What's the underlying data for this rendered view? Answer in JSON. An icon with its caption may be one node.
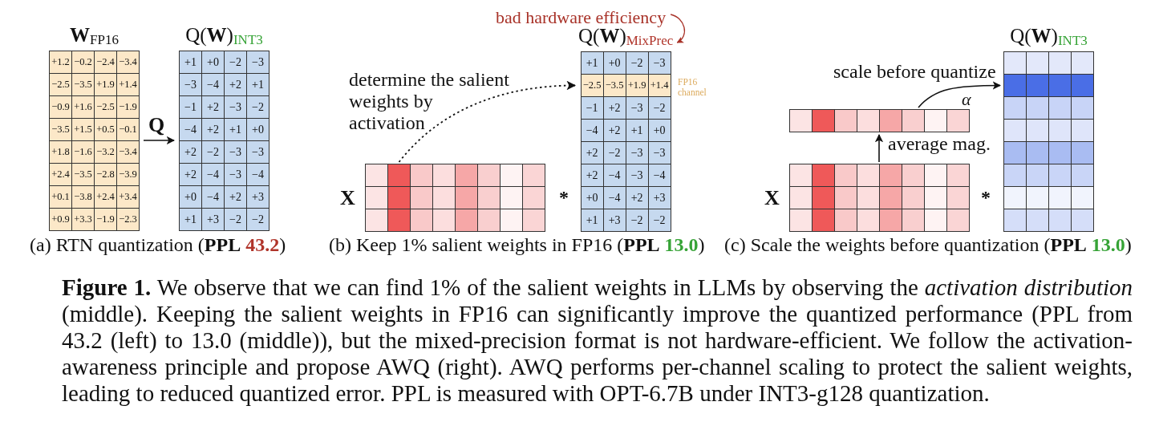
{
  "diagram": {
    "caption": "**Figure 1.** We observe that we can find 1% of the salient weights in LLMs by observing the *activation distribution* (middle). Keeping the salient weights in FP16 can significantly improve the quantized performance (PPL from 43.2 (left) to 13.0 (middle)), but the mixed-precision format is not hardware-efficient. We follow the activation-awareness principle and propose AWQ (right). AWQ performs per-channel scaling to protect the salient weights, leading to reduced quantized error. PPL is measured with OPT-6.7B under INT3-g128 quantization.",
    "nodes": [
      {
        "text": [
          "**W**$_{FP16}$",
          "+1.2",
          "−0.2",
          "−2.4",
          "−3.4",
          "−2.5",
          "−3.5",
          "+1.9",
          "+1.4",
          "−0.9",
          "+1.6",
          "−2.5",
          "−1.9",
          "−3.5",
          "+1.5",
          "+0.5",
          "−0.1",
          "+1.8",
          "−1.6",
          "−3.2",
          "−3.4",
          "+2.4",
          "−3.5",
          "−2.8",
          "−3.9",
          "+0.1",
          "−3.8",
          "+2.4",
          "+3.4",
          "+0.9",
          "+3.3",
          "−1.9",
          "−2.3"
        ]
      },
      {
        "text": [
          "Q(**W**)$_{INT3}$",
          "+1",
          "+0",
          "−2",
          "−3",
          "−3",
          "−4",
          "+2",
          "+1",
          "−1",
          "+2",
          "−3",
          "−2",
          "−4",
          "+2",
          "+1",
          "+0",
          "+2",
          "−2",
          "−3",
          "−3",
          "+2",
          "−4",
          "−3",
          "−4",
          "+0",
          "−4",
          "+2",
          "+3",
          "+1",
          "+3",
          "−2",
          "−2"
        ]
      },
      {
        "text": [
          "bad hardware efficiency"
        ]
      },
      {
        "text": [
          "X"
        ]
      },
      {
        "text": [
          "Q(**W**)$_{MixPrec}$",
          "+1",
          "+0",
          "−2",
          "−3",
          "−2.5",
          "−3.5",
          "+1.9",
          "+1.4",
          "−1",
          "+2",
          "−3",
          "−2",
          "−4",
          "+2",
          "+1",
          "+0",
          "+2",
          "−2",
          "−3",
          "−3",
          "+2",
          "−4",
          "−3",
          "−4",
          "+0",
          "−4",
          "+2",
          "+3",
          "+1",
          "+3",
          "−2",
          "−2"
        ],
        "beside": [
          "FP16 channel"
        ]
      },
      {
        "text": [],
        "shape": "bar",
        "beside": [
          "α"
        ]
      },
      {
        "text": [
          "X"
        ]
      },
      {
        "text": [
          "Q(**W**)$_{INT3}$"
        ]
      }
    ],
    "edges": [
      {
        "from": 0,
        "to": 1,
        "arrow": "to",
        "label": "Q"
      },
      {
        "from": 3,
        "to": 4,
        "arrow": "to",
        "style": "dashed",
        "label": "determine the salient weights by activation"
      },
      {
        "from": 2,
        "to": 4,
        "arrow": "to",
        "color": "#a83228"
      },
      {
        "from": 6,
        "to": 5,
        "arrow": "to",
        "label": "average mag."
      },
      {
        "from": 5,
        "to": 7,
        "arrow": "to",
        "label": "scale before quantize"
      }
    ],
    "labels": [
      "*",
      "*",
      "(a) RTN quantization (**PPL** **43.2**)",
      "(b) Keep 1% salient weights in FP16 (**PPL** **13.0**)",
      "(c) Scale the weights before quantization (**PPL** **13.0**)"
    ]
  }
}
